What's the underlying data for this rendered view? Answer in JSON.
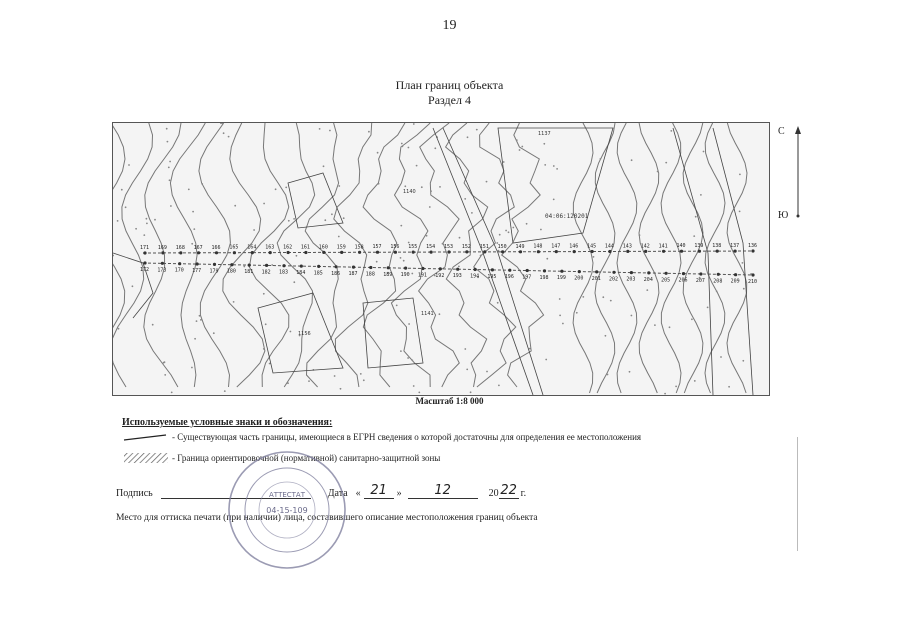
{
  "page_number": "19",
  "title": "План границ объекта",
  "section": "Раздел 4",
  "map": {
    "parcel_label": "04:06:120201",
    "compass_north": "С",
    "compass_south": "Ю",
    "upper_points": [
      "171",
      "169",
      "168",
      "167",
      "166",
      "165",
      "164",
      "163",
      "162",
      "161",
      "160",
      "159",
      "158",
      "157",
      "156",
      "155",
      "154",
      "153",
      "152",
      "151",
      "150",
      "149",
      "148",
      "147",
      "146",
      "145",
      "144",
      "143",
      "142",
      "141",
      "140",
      "139",
      "138",
      "137",
      "136"
    ],
    "lower_points": [
      "172",
      "173",
      "170",
      "177",
      "179",
      "180",
      "181",
      "182",
      "183",
      "184",
      "185",
      "186",
      "187",
      "188",
      "189",
      "190",
      "191",
      "192",
      "193",
      "194",
      "195",
      "196",
      "197",
      "198",
      "199",
      "200",
      "201",
      "202",
      "203",
      "204",
      "205",
      "206",
      "207",
      "208",
      "209",
      "210"
    ],
    "area_labels": [
      "1137",
      "1140",
      "1156",
      "1141"
    ]
  },
  "scale": "Масштаб 1:8 000",
  "legend": {
    "heading": "Используемые условные знаки и обозначения:",
    "items": [
      {
        "text": "- Существующая часть границы, имеющиеся в ЕГРН сведения о которой достаточны для определения ее местоположения"
      },
      {
        "text": "- Граница ориентировочной (нормативной) санитарно-защитной зоны"
      }
    ]
  },
  "signature": {
    "label": "Подпись",
    "date_label": "Дата",
    "day": "21",
    "month": "12",
    "year_prefix": "20",
    "year_suffix": "22",
    "year_unit": "г.",
    "quote_open": "«",
    "quote_close": "»"
  },
  "stamp_place_text": "Место для оттиска печати (при наличии) лица, составившего описание местоположения границ объекта",
  "stamp": {
    "number": "04-15-109",
    "word": "АТТЕСТАТ"
  }
}
